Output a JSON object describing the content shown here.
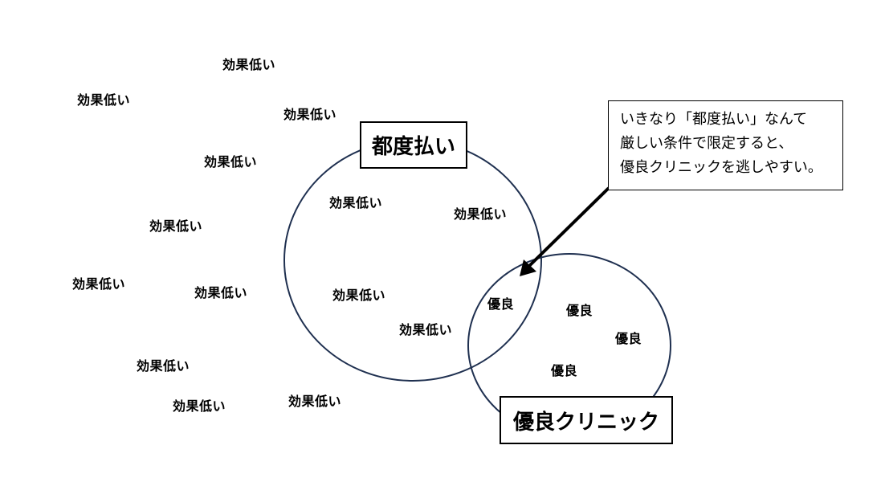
{
  "low_effect_label": "効果低い",
  "excellent_label": "優良",
  "circles": {
    "tsudo_label": "都度払い",
    "yuryo_label": "優良クリニック"
  },
  "callout": {
    "lines": [
      "いきなり「都度払い」なんて",
      "厳しい条件で限定すると、",
      "優良クリニックを逃しやすい。"
    ]
  },
  "colors": {
    "circle_stroke": "#1f3050",
    "arrow": "#000000"
  }
}
